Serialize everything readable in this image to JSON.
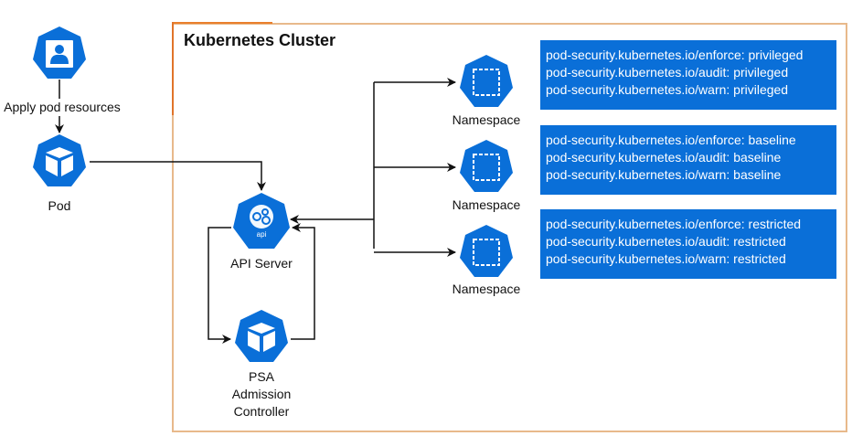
{
  "cluster": {
    "title": "Kubernetes Cluster"
  },
  "nodes": {
    "user": {
      "icon": "user-icon"
    },
    "apply_label": "Apply pod resources",
    "pod": {
      "label": "Pod",
      "icon": "cube-icon"
    },
    "api_server": {
      "label": "API Server",
      "icon_text": "api",
      "icon": "gears-icon"
    },
    "psa": {
      "label_lines": [
        "PSA",
        "Admission",
        "Controller"
      ],
      "icon": "cube-icon"
    },
    "namespaces": [
      {
        "label": "Namespace",
        "icon": "namespace-icon"
      },
      {
        "label": "Namespace",
        "icon": "namespace-icon"
      },
      {
        "label": "Namespace",
        "icon": "namespace-icon"
      }
    ]
  },
  "policies": [
    {
      "lines": [
        "pod-security.kubernetes.io/enforce: privileged",
        "pod-security.kubernetes.io/audit: privileged",
        "pod-security.kubernetes.io/warn: privileged"
      ]
    },
    {
      "lines": [
        "pod-security.kubernetes.io/enforce: baseline",
        "pod-security.kubernetes.io/audit: baseline",
        "pod-security.kubernetes.io/warn: baseline"
      ]
    },
    {
      "lines": [
        "pod-security.kubernetes.io/enforce: restricted",
        "pod-security.kubernetes.io/audit: restricted",
        "pod-security.kubernetes.io/warn: restricted"
      ]
    }
  ],
  "colors": {
    "k8s_blue": "#326ce5",
    "icon_blue": "#0a6fd8",
    "frame": "#e8b98b",
    "frame_accent": "#e97f2c"
  }
}
